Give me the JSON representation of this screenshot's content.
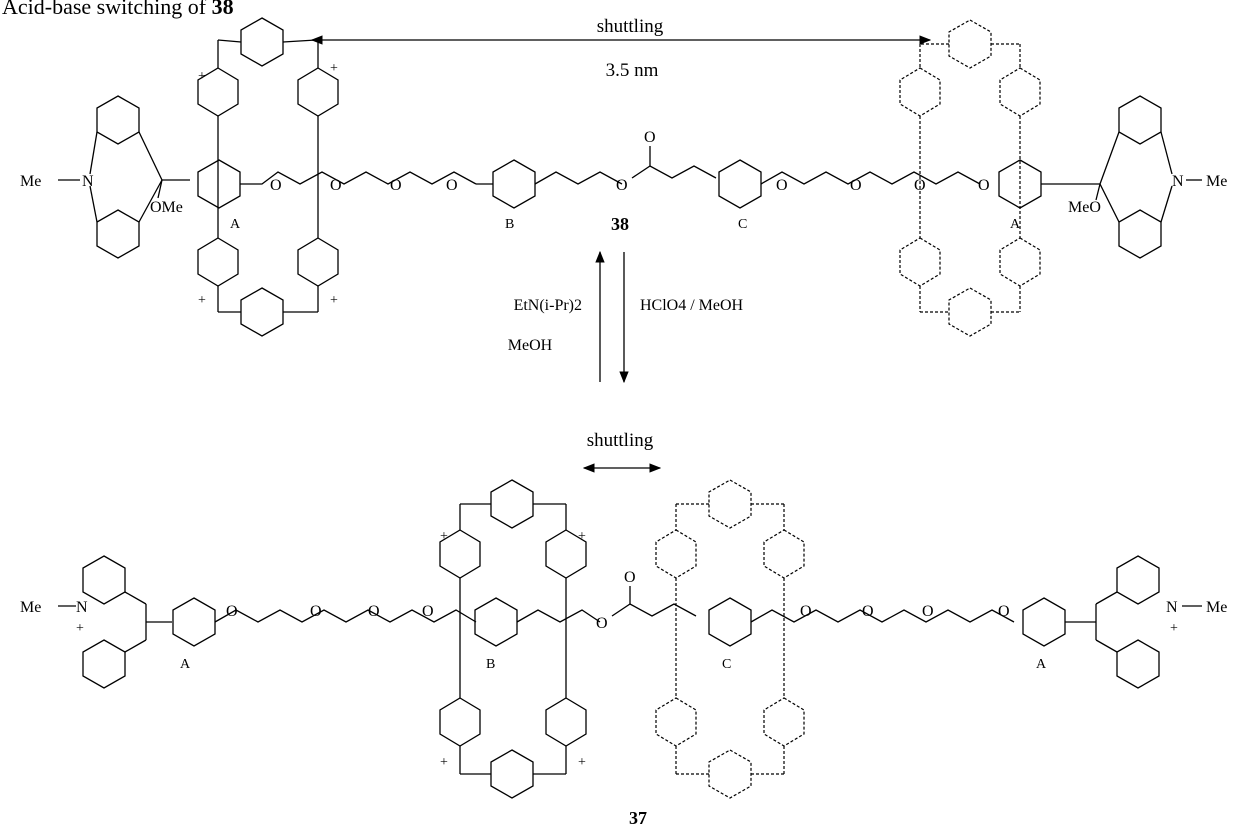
{
  "caption": {
    "prefix": "Acid-base switching of",
    "compound": "38"
  },
  "top": {
    "shuttling_label": "shuttling",
    "distance_label": "3.5 nm",
    "compound_label": "38",
    "station_labels": [
      "A",
      "B",
      "C",
      "A"
    ],
    "end_group_left": "Me",
    "end_group_right": "Me",
    "methoxy_left": "OMe",
    "methoxy_right": "MeO"
  },
  "bottom": {
    "shuttling_label": "shuttling",
    "compound_label": "37",
    "station_labels": [
      "A",
      "B",
      "C",
      "A"
    ],
    "end_group_left": "Me",
    "end_group_right": "Me"
  },
  "equilibrium": {
    "reverse_reagent": "EtN(i-Pr)2",
    "reverse_solvent": "MeOH",
    "forward_reagent": "HClO4 / MeOH"
  },
  "atoms": {
    "nitrogen": "N",
    "oxygen": "O",
    "plus": "+"
  }
}
